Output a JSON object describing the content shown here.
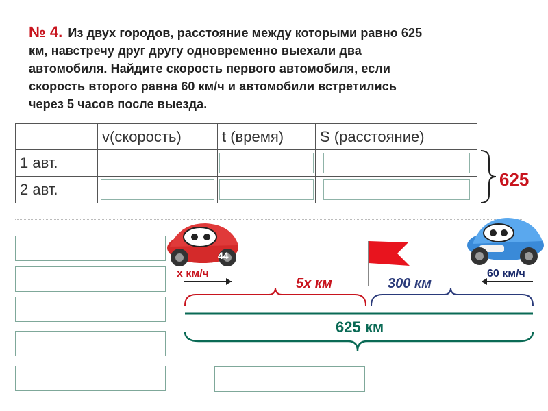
{
  "problem": {
    "number": "№ 4.",
    "lines": [
      "Из двух городов, расстояние между которыми равно  625",
      " км, навстречу друг другу одновременно выехали два",
      "автомобиля. Найдите скорость первого автомобиля,    если",
      "скорость второго равна  60 км/ч и автомобили встретились",
      "через 5 часов после выезда."
    ]
  },
  "table": {
    "headers": [
      "",
      "v(скорость)",
      "t   (время)",
      "S (расстояние)"
    ],
    "rows": [
      {
        "label": "1 авт."
      },
      {
        "label": "2 авт."
      }
    ]
  },
  "total_label": "625",
  "diagram": {
    "car1_speed": "х км/ч",
    "car2_speed": "60 км/ч",
    "segment1": "5х км",
    "segment2": "300 км",
    "total": "625 км",
    "car1_number": "44",
    "colors": {
      "red": "#c8141e",
      "blue": "#2a3a7a",
      "green": "#0a6a55"
    }
  }
}
